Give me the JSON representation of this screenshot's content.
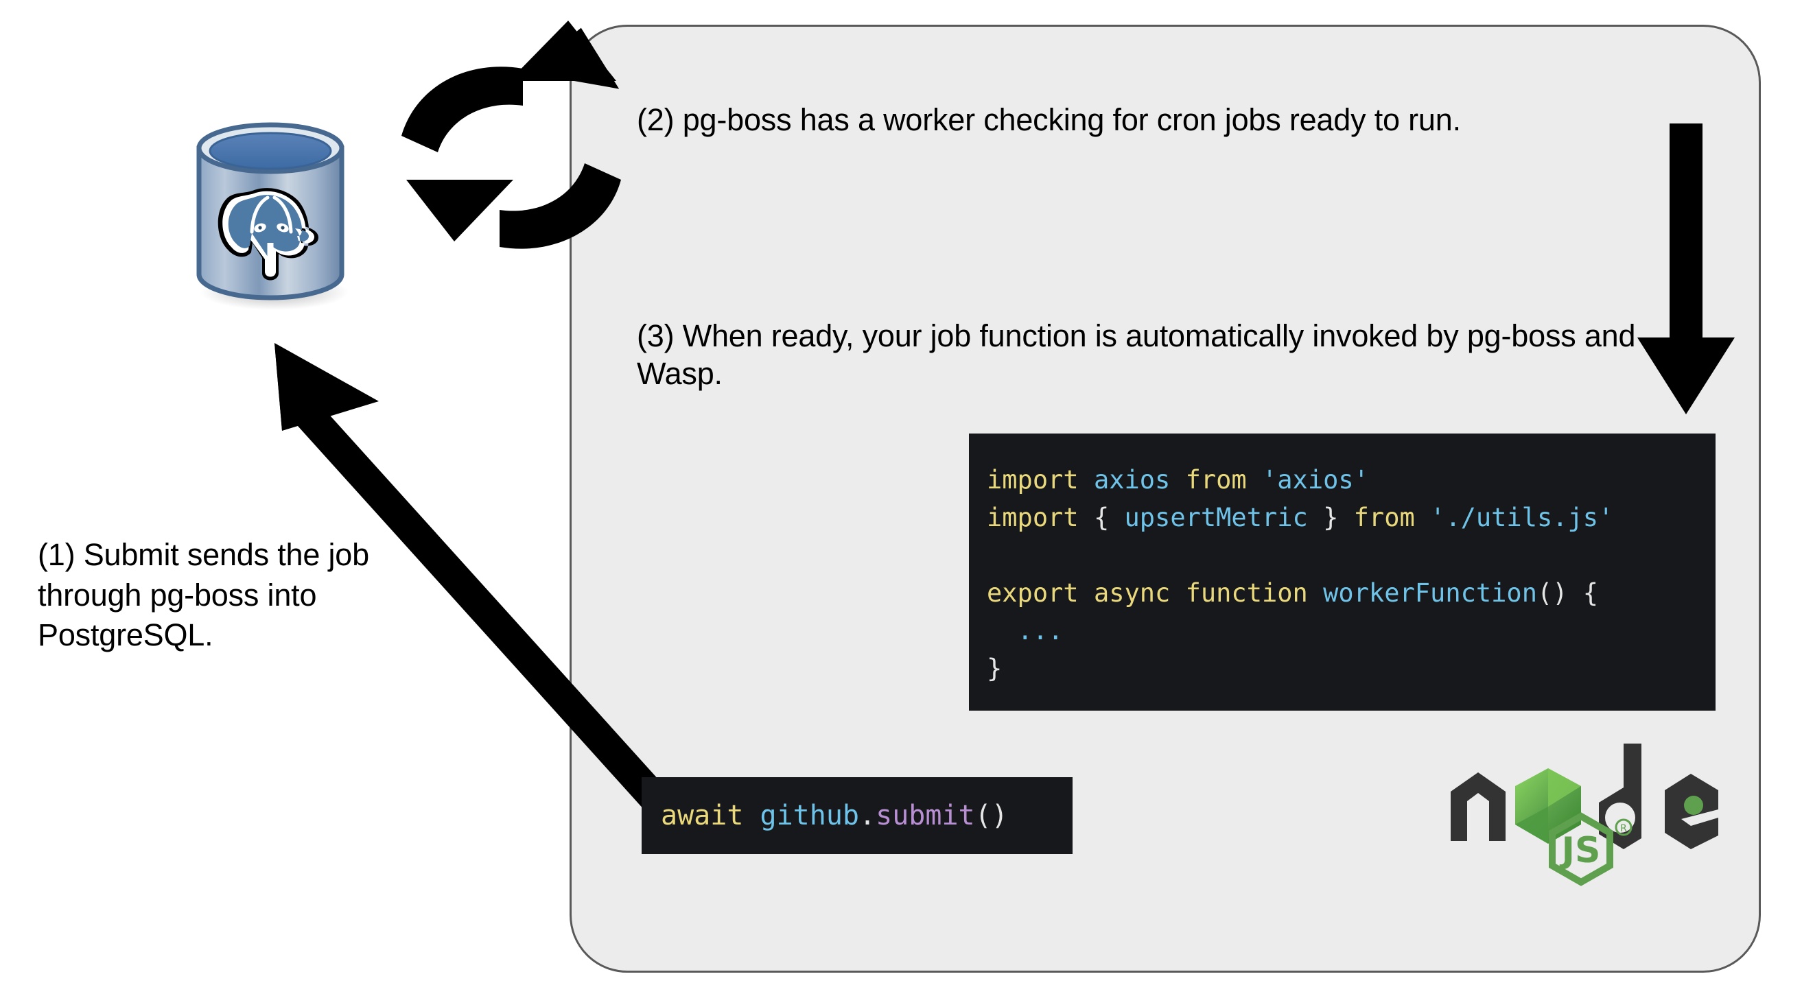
{
  "diagram": {
    "title": "Wasp pg-boss cron job flow",
    "background_color": "#ffffff",
    "panel_fill": "#ececec",
    "panel_border": "#595959"
  },
  "steps": {
    "step1": "(1) Submit sends the job through pg-boss into PostgreSQL.",
    "step2": "(2) pg-boss has a worker checking for cron jobs ready to run.",
    "step3": "(3) When ready, your job function is automatically invoked by pg-boss and Wasp."
  },
  "worker_code": {
    "line1": {
      "kw_import": "import",
      "id_axios": "axios",
      "kw_from": "from",
      "str_axios": "'axios'"
    },
    "line2": {
      "kw_import": "import",
      "brace_open": "{",
      "id_upsert": "upsertMetric",
      "brace_close": "}",
      "kw_from": "from",
      "str_utils": "'./utils.js'"
    },
    "line4": {
      "kw_export": "export",
      "kw_async": "async",
      "kw_function": "function",
      "fn_name": "workerFunction",
      "parens": "() {"
    },
    "line5_dots": "...",
    "line6_close": "}"
  },
  "submit_code": {
    "kw_await": "await",
    "id_github": "github",
    "dot": ".",
    "method_submit": "submit",
    "parens": "()"
  },
  "logos": {
    "postgres_label": "PostgreSQL database cylinder with elephant",
    "node_label": "node",
    "node_js_badge": "JS",
    "node_trademark": "®"
  },
  "colors": {
    "code_background": "#17181b",
    "keyword_yellow": "#ead97c",
    "identifier_blue": "#6fc3e8",
    "method_purple": "#b98fd4",
    "punctuation_white": "#e6e6e6",
    "node_dark": "#333333",
    "node_green": "#5fa04e",
    "postgres_blue": "#336791",
    "arrow_black": "#000000"
  },
  "icons": {
    "sync_arrows": "cycle-arrows-icon",
    "down_arrow": "down-arrow-icon",
    "diagonal_arrow": "diagonal-arrow-icon"
  }
}
